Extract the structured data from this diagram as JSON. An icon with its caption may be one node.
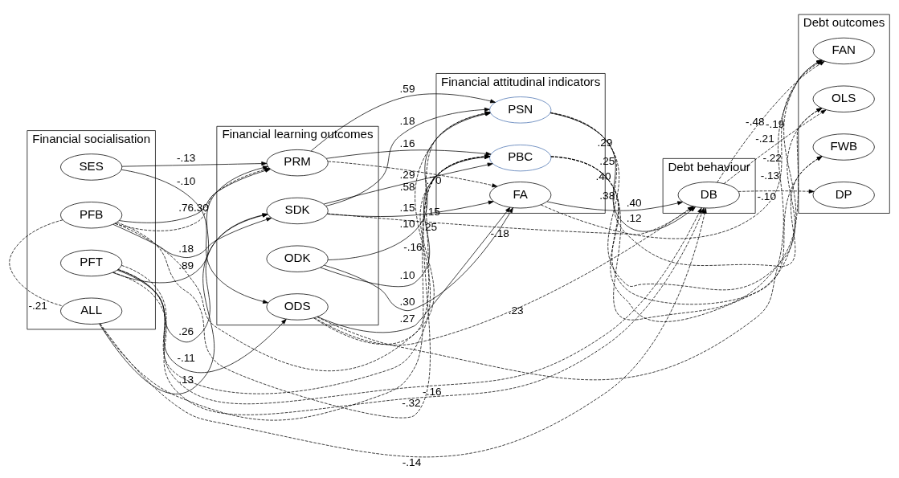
{
  "diagram": {
    "nodes": [
      {
        "text": [
          "Financial socialisation"
        ]
      },
      {
        "text": [
          "SES"
        ],
        "in": 0
      },
      {
        "text": [
          "PFB"
        ],
        "in": 0
      },
      {
        "text": [
          "PFT"
        ],
        "in": 0
      },
      {
        "text": [
          "ALL"
        ],
        "in": 0
      },
      {
        "text": [
          "Financial learning outcomes"
        ]
      },
      {
        "text": [
          "PRM"
        ],
        "in": 5
      },
      {
        "text": [
          "SDK"
        ],
        "in": 5
      },
      {
        "text": [
          "ODK"
        ],
        "in": 5
      },
      {
        "text": [
          "ODS"
        ],
        "in": 5
      },
      {
        "text": [
          "Financial attitudinal indicators"
        ]
      },
      {
        "text": [
          "FA"
        ],
        "in": 10
      },
      {
        "text": [
          "PSN"
        ],
        "in": 10
      },
      {
        "text": [
          "PBC"
        ],
        "in": 10
      },
      {
        "text": [
          "Debt behaviour"
        ]
      },
      {
        "text": [
          "DB"
        ],
        "in": 14
      },
      {
        "text": [
          "Debt outcomes"
        ]
      },
      {
        "text": [
          "DP"
        ],
        "in": 16
      },
      {
        "text": [
          "FWB"
        ],
        "in": 16
      },
      {
        "text": [
          "OLS"
        ],
        "in": 16
      },
      {
        "text": [
          "FAN"
        ],
        "in": 16
      }
    ],
    "edges": [
      {
        "from": 1,
        "to": 6,
        "arrow": "to",
        "label": "-.13"
      },
      {
        "from": 1,
        "to": 9,
        "arrow": "to",
        "label": "-.10"
      },
      {
        "from": 2,
        "to": 6,
        "arrow": "to",
        "label": ".76"
      },
      {
        "from": 2,
        "to": 7,
        "arrow": "to",
        "label": ".18"
      },
      {
        "from": 2,
        "to": 12,
        "arrow": "to",
        "label": ".70",
        "style": "dashed"
      },
      {
        "from": 3,
        "to": 6,
        "arrow": "to",
        "label": ".89"
      },
      {
        "from": 3,
        "to": 7,
        "arrow": "to",
        "label": ".26"
      },
      {
        "from": 3,
        "to": 12,
        "arrow": "to",
        "label": ".58",
        "style": "dashed"
      },
      {
        "from": 3,
        "to": 9,
        "arrow": "to",
        "label": "-.11"
      },
      {
        "from": 4,
        "to": 7,
        "arrow": "to",
        "label": ".13"
      },
      {
        "from": 6,
        "to": 12,
        "arrow": "to",
        "label": ".59"
      },
      {
        "from": 6,
        "to": 13,
        "arrow": "to",
        "label": ".16"
      },
      {
        "from": 7,
        "to": 11,
        "arrow": "to",
        "label": ".15"
      },
      {
        "from": 7,
        "to": 12,
        "arrow": "to",
        "label": ".18"
      },
      {
        "from": 7,
        "to": 13,
        "arrow": "to",
        "label": ".29"
      },
      {
        "from": 8,
        "to": 12,
        "arrow": "to",
        "label": ".10"
      },
      {
        "from": 8,
        "to": 13,
        "arrow": "to",
        "label": ".10"
      },
      {
        "from": 8,
        "to": 11,
        "arrow": "to",
        "label": ".30"
      },
      {
        "from": 9,
        "to": 11,
        "arrow": "to",
        "label": ".27"
      },
      {
        "from": 11,
        "to": 15,
        "arrow": "to",
        "label": ".40"
      },
      {
        "from": 12,
        "to": 15,
        "arrow": "to",
        "label": ".12"
      },
      {
        "from": 15,
        "to": 17,
        "arrow": "to",
        "label": "-.10",
        "style": "dashed"
      },
      {
        "from": 15,
        "to": 19,
        "arrow": "to",
        "label": "-.21",
        "style": "dashed"
      },
      {
        "from": 15,
        "to": 20,
        "arrow": "to",
        "label": "-.48",
        "style": "dashed"
      },
      {
        "from": 11,
        "to": 20,
        "arrow": "to",
        "label": "-.22",
        "style": "dashed"
      },
      {
        "from": 12,
        "to": 18,
        "arrow": "to",
        "label": ".25",
        "style": "dashed"
      },
      {
        "from": 12,
        "to": 19,
        "arrow": "to",
        "label": ".29",
        "style": "dashed"
      },
      {
        "from": 13,
        "to": 18,
        "arrow": "to",
        "label": ".38",
        "style": "dashed"
      },
      {
        "from": 13,
        "to": 19,
        "arrow": "to",
        "label": ".40",
        "style": "dashed"
      },
      {
        "from": 13,
        "to": 20,
        "arrow": "to",
        "label": "-.19",
        "style": "dashed"
      },
      {
        "from": 9,
        "to": 20,
        "arrow": "to",
        "label": "-.13",
        "style": "dashed"
      },
      {
        "from": 2,
        "to": 6,
        "arrow": "to",
        "label": ".30",
        "style": "dashed"
      },
      {
        "from": 3,
        "to": 15,
        "arrow": "to",
        "label": "-.32",
        "style": "dashed"
      },
      {
        "from": 7,
        "to": 15,
        "arrow": "to",
        "label": "-.18",
        "style": "dashed"
      },
      {
        "from": 6,
        "to": 11,
        "arrow": "to",
        "style": "dashed"
      },
      {
        "from": 4,
        "to": 15,
        "arrow": "to",
        "label": "-.14",
        "style": "dashed"
      },
      {
        "from": 2,
        "to": 13,
        "arrow": "to",
        "label": ".15",
        "style": "dashed"
      },
      {
        "from": 9,
        "to": 15,
        "arrow": "to",
        "label": ".23",
        "style": "dashed"
      },
      {
        "from": 9,
        "to": 13,
        "arrow": "to",
        "label": ".25",
        "style": "dashed"
      },
      {
        "from": 3,
        "to": 15,
        "arrow": "to",
        "label": "-.16",
        "style": "dashed"
      },
      {
        "from": 4,
        "to": 13,
        "arrow": "to",
        "label": "-.16",
        "style": "dashed"
      },
      {
        "from": 2,
        "to": 4,
        "arrow": "none",
        "label": "-.21",
        "style": "dashed"
      }
    ]
  }
}
